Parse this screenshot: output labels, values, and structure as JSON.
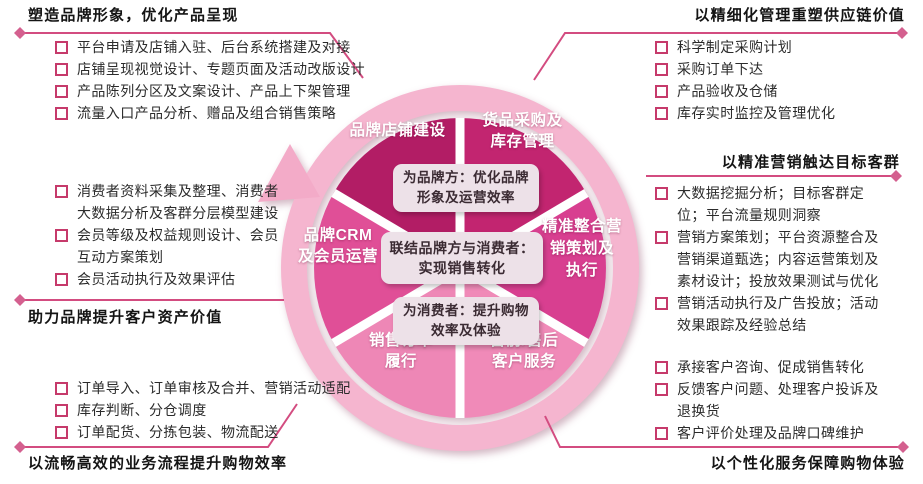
{
  "colors": {
    "connector_line": "#d34c80",
    "diamond_endpoint": "#d4608f",
    "bullet_border": "#c63a6b",
    "ring": "#f5b5cf",
    "ring_arrow": "#f3abc8",
    "note_bg": "#ede1e8",
    "note_text": "#3b2b33",
    "title_text": "#141414",
    "item_text": "#2b2b2b"
  },
  "wheel": {
    "segments": [
      {
        "id": "brand-store-building",
        "label_lines": [
          "品牌店铺建设"
        ],
        "color": "#b21d65"
      },
      {
        "id": "procurement-inventory",
        "label_lines": [
          "货品采购及",
          "库存管理"
        ],
        "color": "#c22570"
      },
      {
        "id": "integrated-marketing",
        "label_lines": [
          "精准整合营",
          "销策划及",
          "执行"
        ],
        "color": "#d83f90"
      },
      {
        "id": "customer-service",
        "label_lines": [
          "售前/售后",
          "客户服务"
        ],
        "color": "#f08ab8"
      },
      {
        "id": "order-fulfillment",
        "label_lines": [
          "销售订单",
          "履行"
        ],
        "color": "#ee87b6"
      },
      {
        "id": "brand-crm",
        "label_lines": [
          "品牌CRM",
          "及会员运营"
        ],
        "color": "#e04f97"
      }
    ],
    "center_notes": [
      {
        "lines": [
          "为品牌方：优化品牌",
          "形象及运营效率"
        ]
      },
      {
        "lines": [
          "联结品牌方与消费者：",
          "实现销售转化"
        ]
      },
      {
        "lines": [
          "为消费者：提升购物",
          "效率及体验"
        ]
      }
    ]
  },
  "panels": {
    "top_left": {
      "title": "塑造品牌形象，优化产品呈现",
      "items": [
        "平台申请及店铺入驻、后台系统搭建及对接",
        "店铺呈现视觉设计、专题页面及活动改版设计",
        "产品陈列分区及文案设计、产品上下架管理",
        "流量入口产品分析、赠品及组合销售策略"
      ]
    },
    "mid_left": {
      "title": "助力品牌提升客户资产价值",
      "items": [
        "消费者资料采集及整理、消费者大数据分析及客群分层模型建设",
        "会员等级及权益规则设计、会员互动方案策划",
        "会员活动执行及效果评估"
      ]
    },
    "bottom_left": {
      "title": "以流畅高效的业务流程提升购物效率",
      "items": [
        "订单导入、订单审核及合并、营销活动适配",
        "库存判断、分仓调度",
        "订单配货、分拣包装、物流配送"
      ]
    },
    "top_right": {
      "title": "以精细化管理重塑供应链价值",
      "items": [
        "科学制定采购计划",
        "采购订单下达",
        "产品验收及仓储",
        "库存实时监控及管理优化"
      ]
    },
    "mid_right": {
      "title": "以精准营销触达目标客群",
      "items": [
        "大数据挖掘分析；目标客群定位；平台流量规则洞察",
        "营销方案策划；平台资源整合及营销渠道甄选；内容运营策划及素材设计；投放效果测试与优化",
        "营销活动执行及广告投放；活动效果跟踪及经验总结"
      ]
    },
    "bottom_right": {
      "title": "以个性化服务保障购物体验",
      "items": [
        "承接客户咨询、促成销售转化",
        "反馈客户问题、处理客户投诉及退换货",
        "客户评价处理及品牌口碑维护"
      ]
    }
  }
}
